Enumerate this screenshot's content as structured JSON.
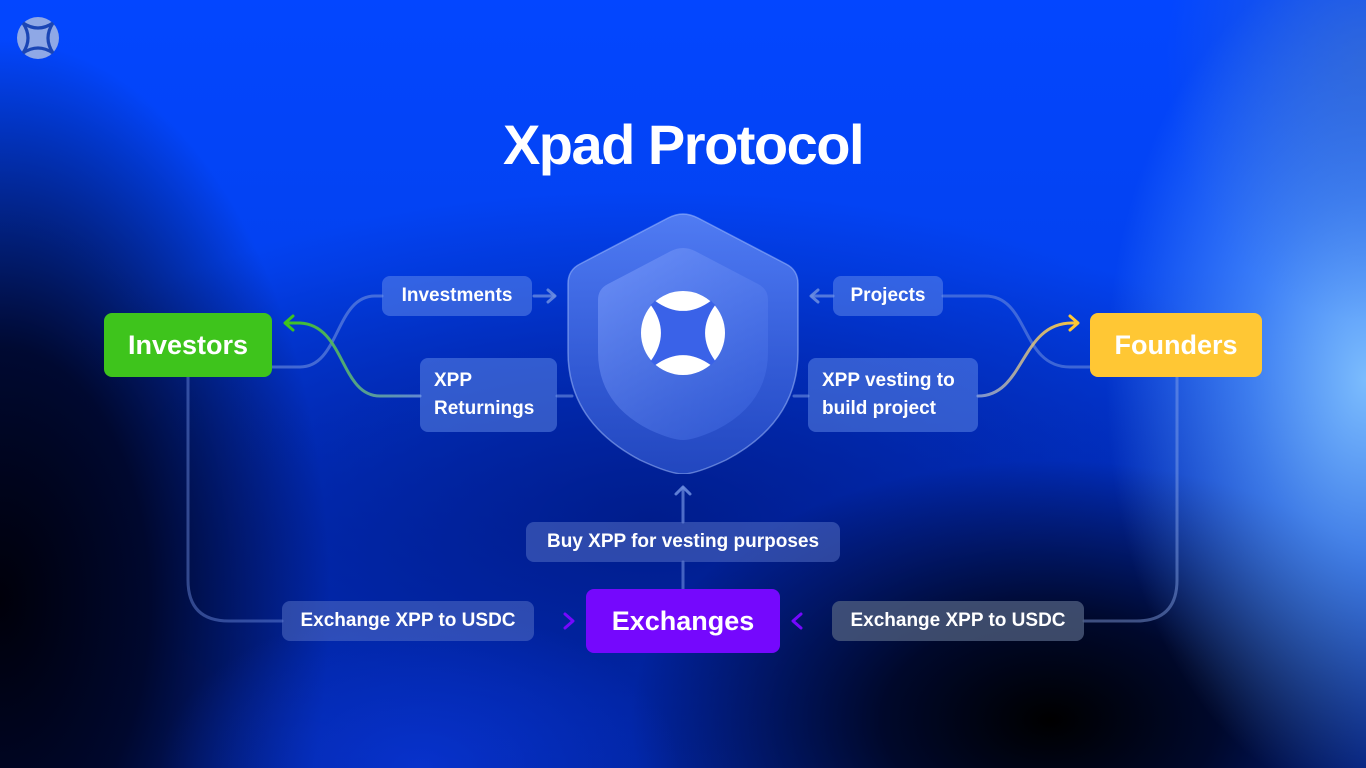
{
  "title": "Xpad Protocol",
  "brand": {
    "logo_icon": "xpad-logo-icon",
    "center_icon": "shield-icon"
  },
  "nodes": {
    "investors": {
      "label": "Investors",
      "color": "#3ec41c"
    },
    "founders": {
      "label": "Founders",
      "color": "#ffc734"
    },
    "exchanges": {
      "label": "Exchanges",
      "color": "#7508fd"
    }
  },
  "flows": {
    "investments": "Investments",
    "xpp_returnings": "XPP Returnings",
    "projects": "Projects",
    "xpp_vesting": "XPP vesting to build project",
    "buy_xpp": "Buy XPP for vesting purposes",
    "exchange_left": "Exchange XPP to USDC",
    "exchange_right": "Exchange XPP to USDC"
  },
  "colors": {
    "background": "#0345fb",
    "connector": "#6f8fe0",
    "label_bg": "#5a7ef0",
    "label_dark_bg": "#505e80"
  }
}
